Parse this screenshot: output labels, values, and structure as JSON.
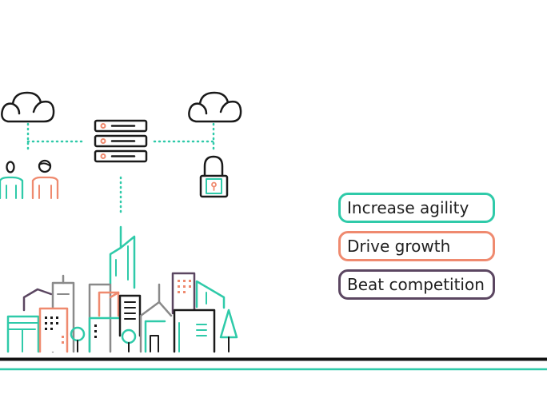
{
  "benefits": [
    {
      "label": "Increase agility",
      "color": "#2fcaa9"
    },
    {
      "label": "Drive growth",
      "color": "#ef8a6f"
    },
    {
      "label": "Beat competition",
      "color": "#5b4661"
    }
  ],
  "colors": {
    "teal": "#2fcaa9",
    "coral": "#ef8a6f",
    "purple": "#5b4661",
    "dark": "#1a1a1a"
  },
  "icons": [
    "cloud-icon",
    "server-stack-icon",
    "padlock-icon",
    "user-icon",
    "city-skyline-illustration"
  ]
}
